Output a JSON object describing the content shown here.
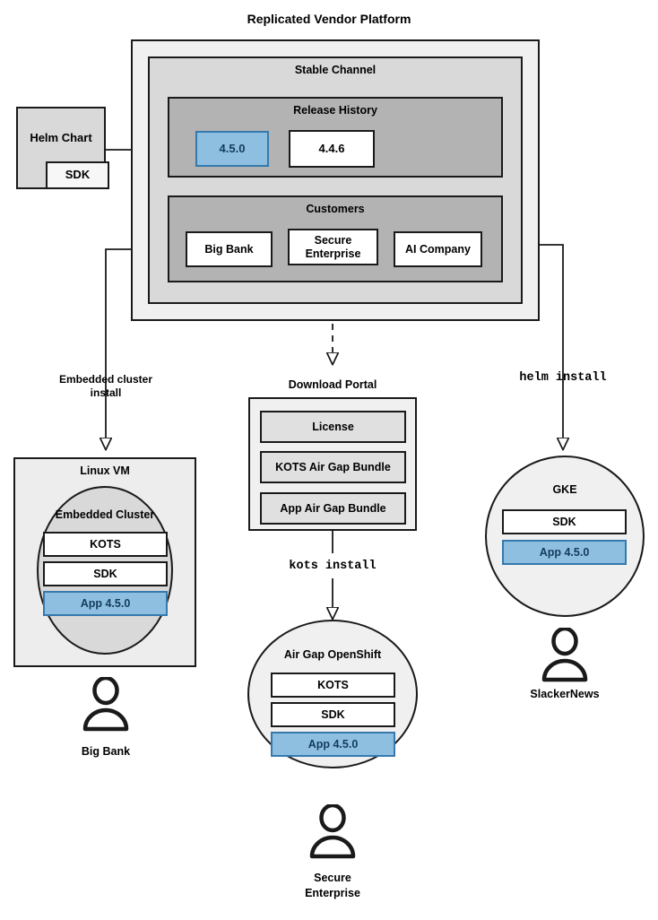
{
  "diagram": {
    "title": "Replicated Vendor Platform",
    "type": "architecture-flow"
  },
  "vendor_platform": {
    "title": "Replicated Vendor Platform",
    "channel": {
      "title": "Stable Channel",
      "release_history": {
        "title": "Release History",
        "releases": [
          {
            "version": "4.5.0",
            "highlighted": true
          },
          {
            "version": "4.4.6",
            "highlighted": false
          }
        ]
      },
      "customers": {
        "title": "Customers",
        "items": [
          {
            "name": "Big Bank"
          },
          {
            "name": "Secure\nEnterprise",
            "line1": "Secure",
            "line2": "Enterprise"
          },
          {
            "name": "AI Company"
          }
        ]
      }
    }
  },
  "helm_chart": {
    "title": "Helm Chart",
    "sdk_label": "SDK"
  },
  "connectors": {
    "embedded_cluster_install": {
      "line1": "Embedded cluster",
      "line2": "install",
      "style": "sans-bold"
    },
    "kots_install": {
      "label": "kots install",
      "style": "mono"
    },
    "helm_install": {
      "label": "helm install",
      "style": "mono"
    }
  },
  "download_portal": {
    "title": "Download Portal",
    "artifacts": [
      {
        "label": "License"
      },
      {
        "label": "KOTS Air Gap Bundle"
      },
      {
        "label": "App Air Gap Bundle"
      }
    ]
  },
  "targets": [
    {
      "id": "linux-vm",
      "title": "Linux VM",
      "shape": "rect",
      "inner": {
        "title": "Embedded Cluster",
        "shape": "ellipse",
        "components": [
          {
            "label": "KOTS",
            "highlighted": false
          },
          {
            "label": "SDK",
            "highlighted": false
          },
          {
            "label": "App 4.5.0",
            "highlighted": true
          }
        ]
      },
      "actor": "Big Bank"
    },
    {
      "id": "air-gap-openshift",
      "title": "Air Gap OpenShift",
      "shape": "ellipse",
      "components": [
        {
          "label": "KOTS",
          "highlighted": false
        },
        {
          "label": "SDK",
          "highlighted": false
        },
        {
          "label": "App 4.5.0",
          "highlighted": true
        }
      ],
      "actor_line1": "Secure",
      "actor_line2": "Enterprise"
    },
    {
      "id": "gke",
      "title": "GKE",
      "shape": "ellipse",
      "components": [
        {
          "label": "SDK",
          "highlighted": false
        },
        {
          "label": "App 4.5.0",
          "highlighted": true
        }
      ],
      "actor": "SlackerNews"
    }
  ],
  "actors": {
    "big_bank": "Big Bank",
    "secure_enterprise_line1": "Secure",
    "secure_enterprise_line2": "Enterprise",
    "slackernews": "SlackerNews"
  },
  "colors": {
    "highlight_fill": "#8fbfe0",
    "highlight_border": "#3579ad",
    "highlight_text": "#123c5c",
    "stroke": "#1a1a1a",
    "platform_fill": "#f0f0f0",
    "channel_fill": "#d9d9d9",
    "section_fill": "#b3b3b3",
    "helm_fill": "#d9d9d9",
    "vm_fill": "#ededed",
    "cluster_fill": "#d9d9d9"
  }
}
